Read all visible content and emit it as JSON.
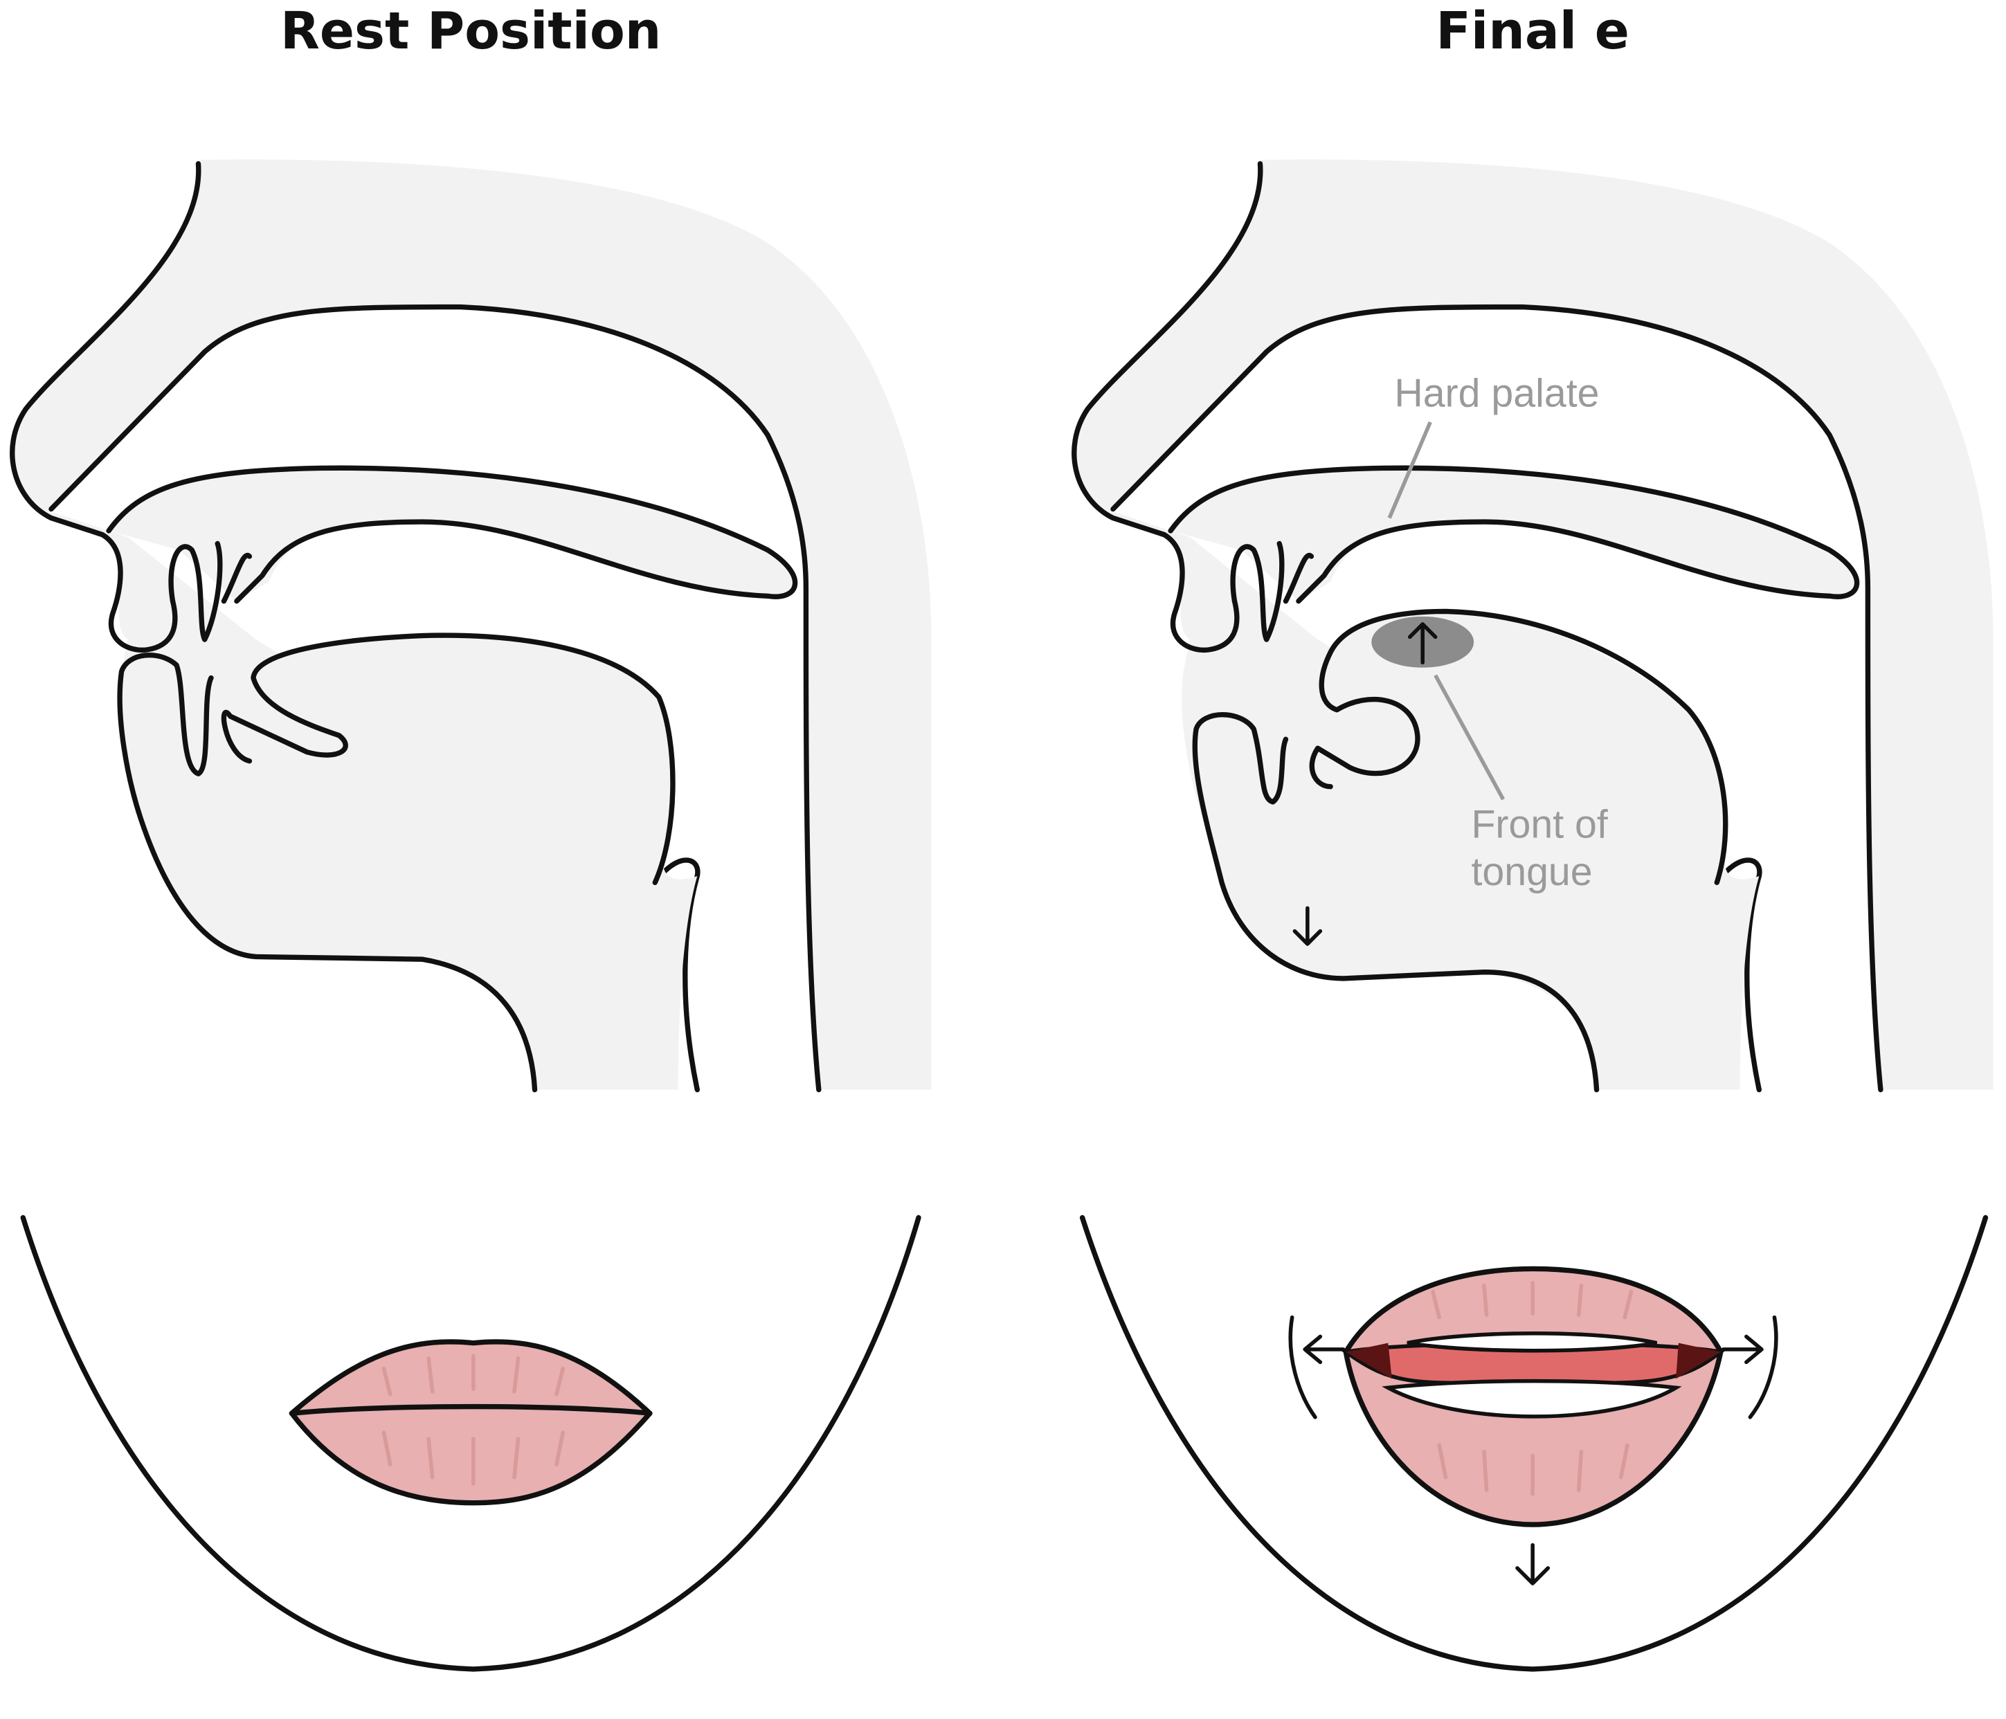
{
  "panels": [
    {
      "title": "Rest Position"
    },
    {
      "title": "Final e",
      "labels": {
        "hard_palate": "Hard palate",
        "front_of_tongue_line1": "Front of",
        "front_of_tongue_line2": "tongue"
      }
    }
  ],
  "colors": {
    "background": "#ffffff",
    "tissue": "#f2f2f2",
    "lips": "#e8b0b0",
    "inner_mouth": "#e06a6a",
    "highlight": "#8c8c8c",
    "label": "#9a9a9a"
  }
}
